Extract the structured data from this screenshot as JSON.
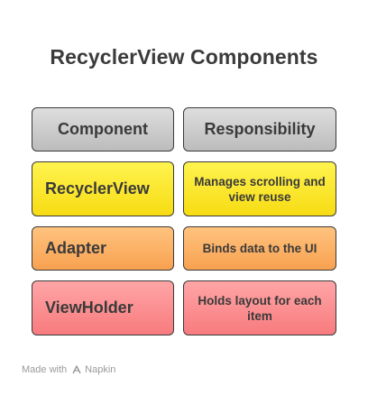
{
  "title": "RecyclerView Components",
  "table": {
    "header": {
      "component": "Component",
      "responsibility": "Responsibility"
    },
    "rows": [
      {
        "component": "RecyclerView",
        "responsibility": "Manages scrolling and view reuse",
        "color": "#fbe82e"
      },
      {
        "component": "Adapter",
        "responsibility": "Binds data to the UI",
        "color": "#fbb267"
      },
      {
        "component": "ViewHolder",
        "responsibility": "Holds layout for each item",
        "color": "#fa9093"
      }
    ],
    "header_color": "#cdcdcd"
  },
  "footer": {
    "made_with": "Made with",
    "brand": "Napkin",
    "icon": "napkin-logo-icon"
  }
}
